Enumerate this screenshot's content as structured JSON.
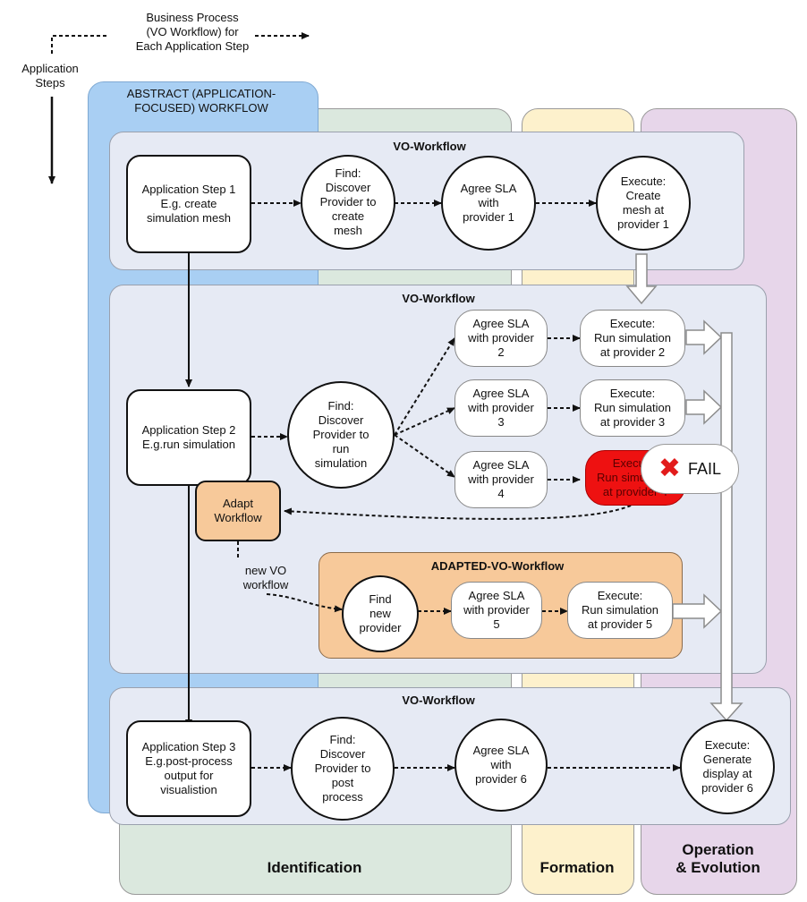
{
  "legend": {
    "horizontal_label": "Business Process\n(VO Workflow) for\nEach Application Step",
    "vertical_label": "Application\nSteps"
  },
  "columns": {
    "abstract": "ABSTRACT (APPLICATION-\nFOCUSED) WORKFLOW",
    "identification": "Identification",
    "formation": "Formation",
    "operation": "Operation\n& Evolution"
  },
  "workflow1": {
    "title": "VO-Workflow",
    "app_step": "Application Step 1\nE.g. create\nsimulation mesh",
    "find": "Find:\nDiscover\nProvider to\ncreate\nmesh",
    "agree": "Agree SLA\nwith\nprovider 1",
    "execute": "Execute:\nCreate\nmesh at\nprovider 1"
  },
  "workflow2": {
    "title": "VO-Workflow",
    "app_step": "Application Step 2\nE.g.run simulation",
    "find": "Find:\nDiscover\nProvider to\nrun\nsimulation",
    "agree": [
      "Agree SLA\nwith provider\n2",
      "Agree SLA\nwith provider\n3",
      "Agree SLA\nwith provider\n4"
    ],
    "execute": [
      "Execute:\nRun simulation\nat provider 2",
      "Execute:\nRun simulation\nat provider 3",
      "Execute:\nRun simulation\nat provider 4"
    ],
    "fail": "FAIL",
    "adapt": "Adapt\nWorkflow",
    "new_vo": "new VO\nworkflow"
  },
  "adapted": {
    "title": "ADAPTED-VO-Workflow",
    "find": "Find\nnew\nprovider",
    "agree": "Agree SLA\nwith provider\n5",
    "execute": "Execute:\nRun simulation\nat provider 5"
  },
  "workflow3": {
    "title": "VO-Workflow",
    "app_step": "Application Step 3\nE.g.post-process\noutput for\nvisualistion",
    "find": "Find:\nDiscover\nProvider to\npost\nprocess",
    "agree": "Agree SLA\nwith\nprovider 6",
    "execute": "Execute:\nGenerate\ndisplay at\nprovider 6"
  },
  "colors": {
    "abstract": "#a9cff3",
    "identification": "#dbe8de",
    "formation": "#fdf1cc",
    "operation": "#e7d6ea",
    "panel": "#e6eaf4",
    "adapted": "#f7c99a",
    "fail": "#ee1111"
  }
}
